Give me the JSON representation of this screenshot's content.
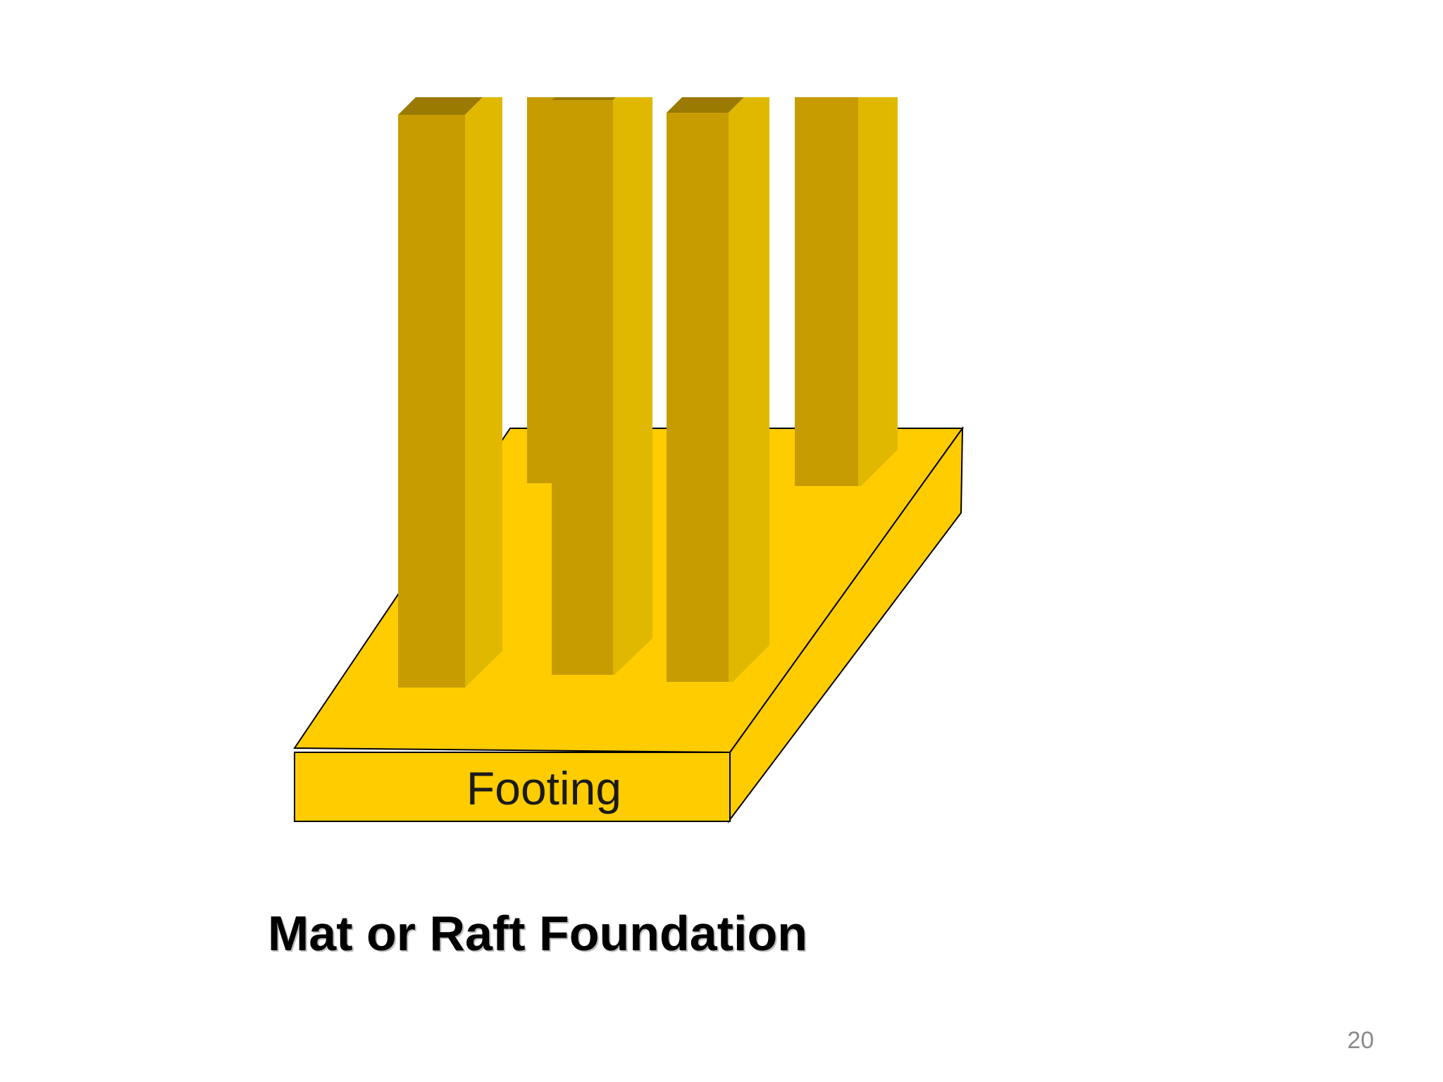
{
  "diagram": {
    "footing_label": "Footing",
    "caption": "Mat or Raft Foundation",
    "colors": {
      "slab_top": "#FFCC00",
      "slab_edge": "#000000",
      "column_front": "#C69C00",
      "column_side": "#E0B800",
      "column_top": "#9A7A00"
    },
    "columns": [
      {
        "name": "front-left-column"
      },
      {
        "name": "back-left-column"
      },
      {
        "name": "front-center-column"
      },
      {
        "name": "front-right-column"
      },
      {
        "name": "back-right-column"
      }
    ]
  },
  "page": {
    "number": "20"
  }
}
